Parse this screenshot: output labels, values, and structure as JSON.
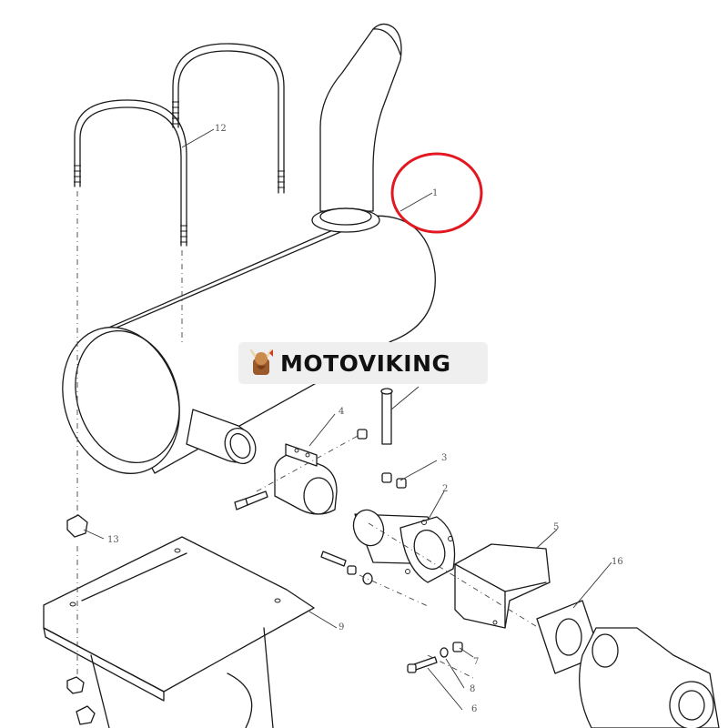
{
  "watermark": {
    "brand": "MOTOVIKING"
  },
  "callouts": [
    {
      "id": "1",
      "label": "1",
      "part": "muffler",
      "highlighted": true
    },
    {
      "id": "2",
      "label": "2",
      "part": "exhaust-adapter-pipe"
    },
    {
      "id": "3",
      "label": "3",
      "part": "nut"
    },
    {
      "id": "4",
      "label": "4",
      "part": "clamp"
    },
    {
      "id": "5",
      "label": "5",
      "part": "bracket"
    },
    {
      "id": "6",
      "label": "6",
      "part": "bolt"
    },
    {
      "id": "7",
      "label": "7",
      "part": "nut"
    },
    {
      "id": "8",
      "label": "8",
      "part": "washer"
    },
    {
      "id": "9",
      "label": "9",
      "part": "heat-shield"
    },
    {
      "id": "12",
      "label": "12",
      "part": "u-bolts"
    },
    {
      "id": "13",
      "label": "13",
      "part": "nut"
    },
    {
      "id": "16",
      "label": "16",
      "part": "gasket"
    }
  ],
  "colors": {
    "highlight": "#e3171f",
    "line": "#1a1a1a",
    "watermark_bg": "#efefef"
  }
}
